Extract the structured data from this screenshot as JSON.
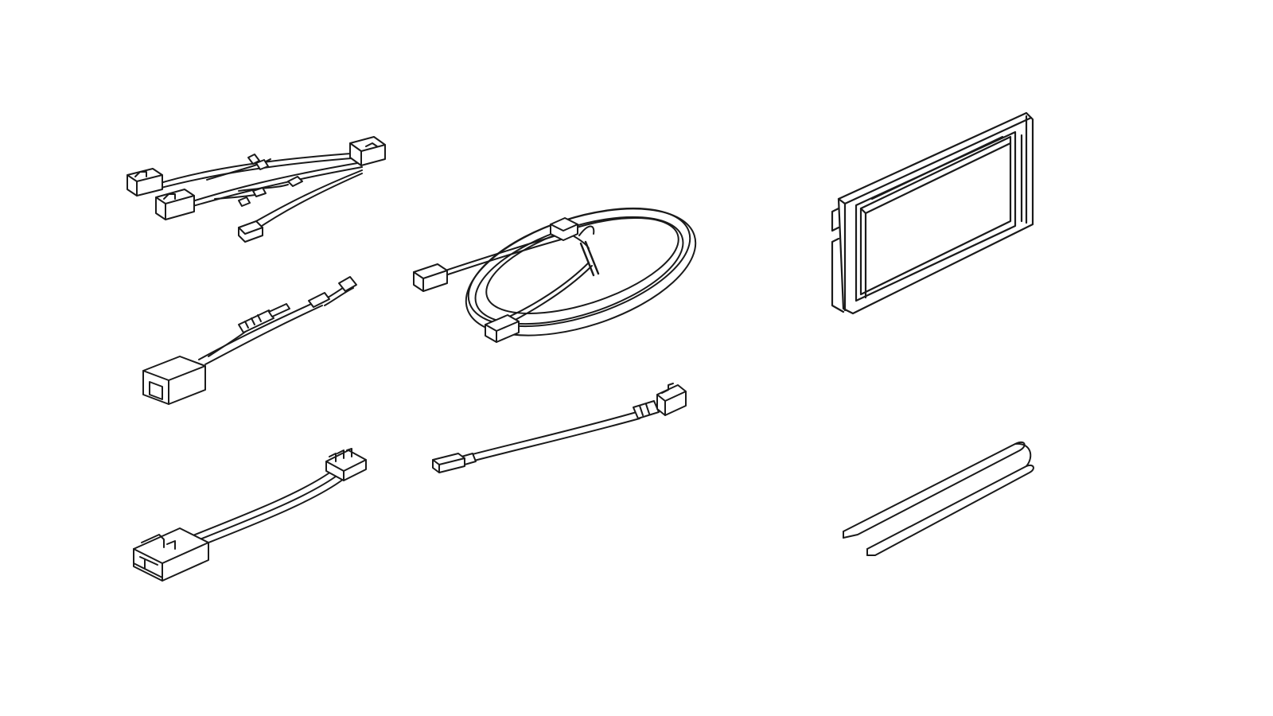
{
  "illustration": {
    "background": "#ffffff",
    "line_color": "#1a1a1a",
    "fill_color": "#ffffff",
    "parts": [
      {
        "id": "main-wiring-harness",
        "icon": "wiring-harness-icon"
      },
      {
        "id": "antenna-adapter",
        "icon": "antenna-adapter-icon"
      },
      {
        "id": "connector-cable",
        "icon": "connector-cable-icon"
      },
      {
        "id": "long-extension-cable",
        "icon": "coiled-cable-icon"
      },
      {
        "id": "short-adapter-cable",
        "icon": "adapter-cable-icon"
      },
      {
        "id": "mounting-bracket",
        "icon": "bracket-frame-icon"
      },
      {
        "id": "removal-tool",
        "icon": "removal-tool-icon"
      }
    ]
  }
}
